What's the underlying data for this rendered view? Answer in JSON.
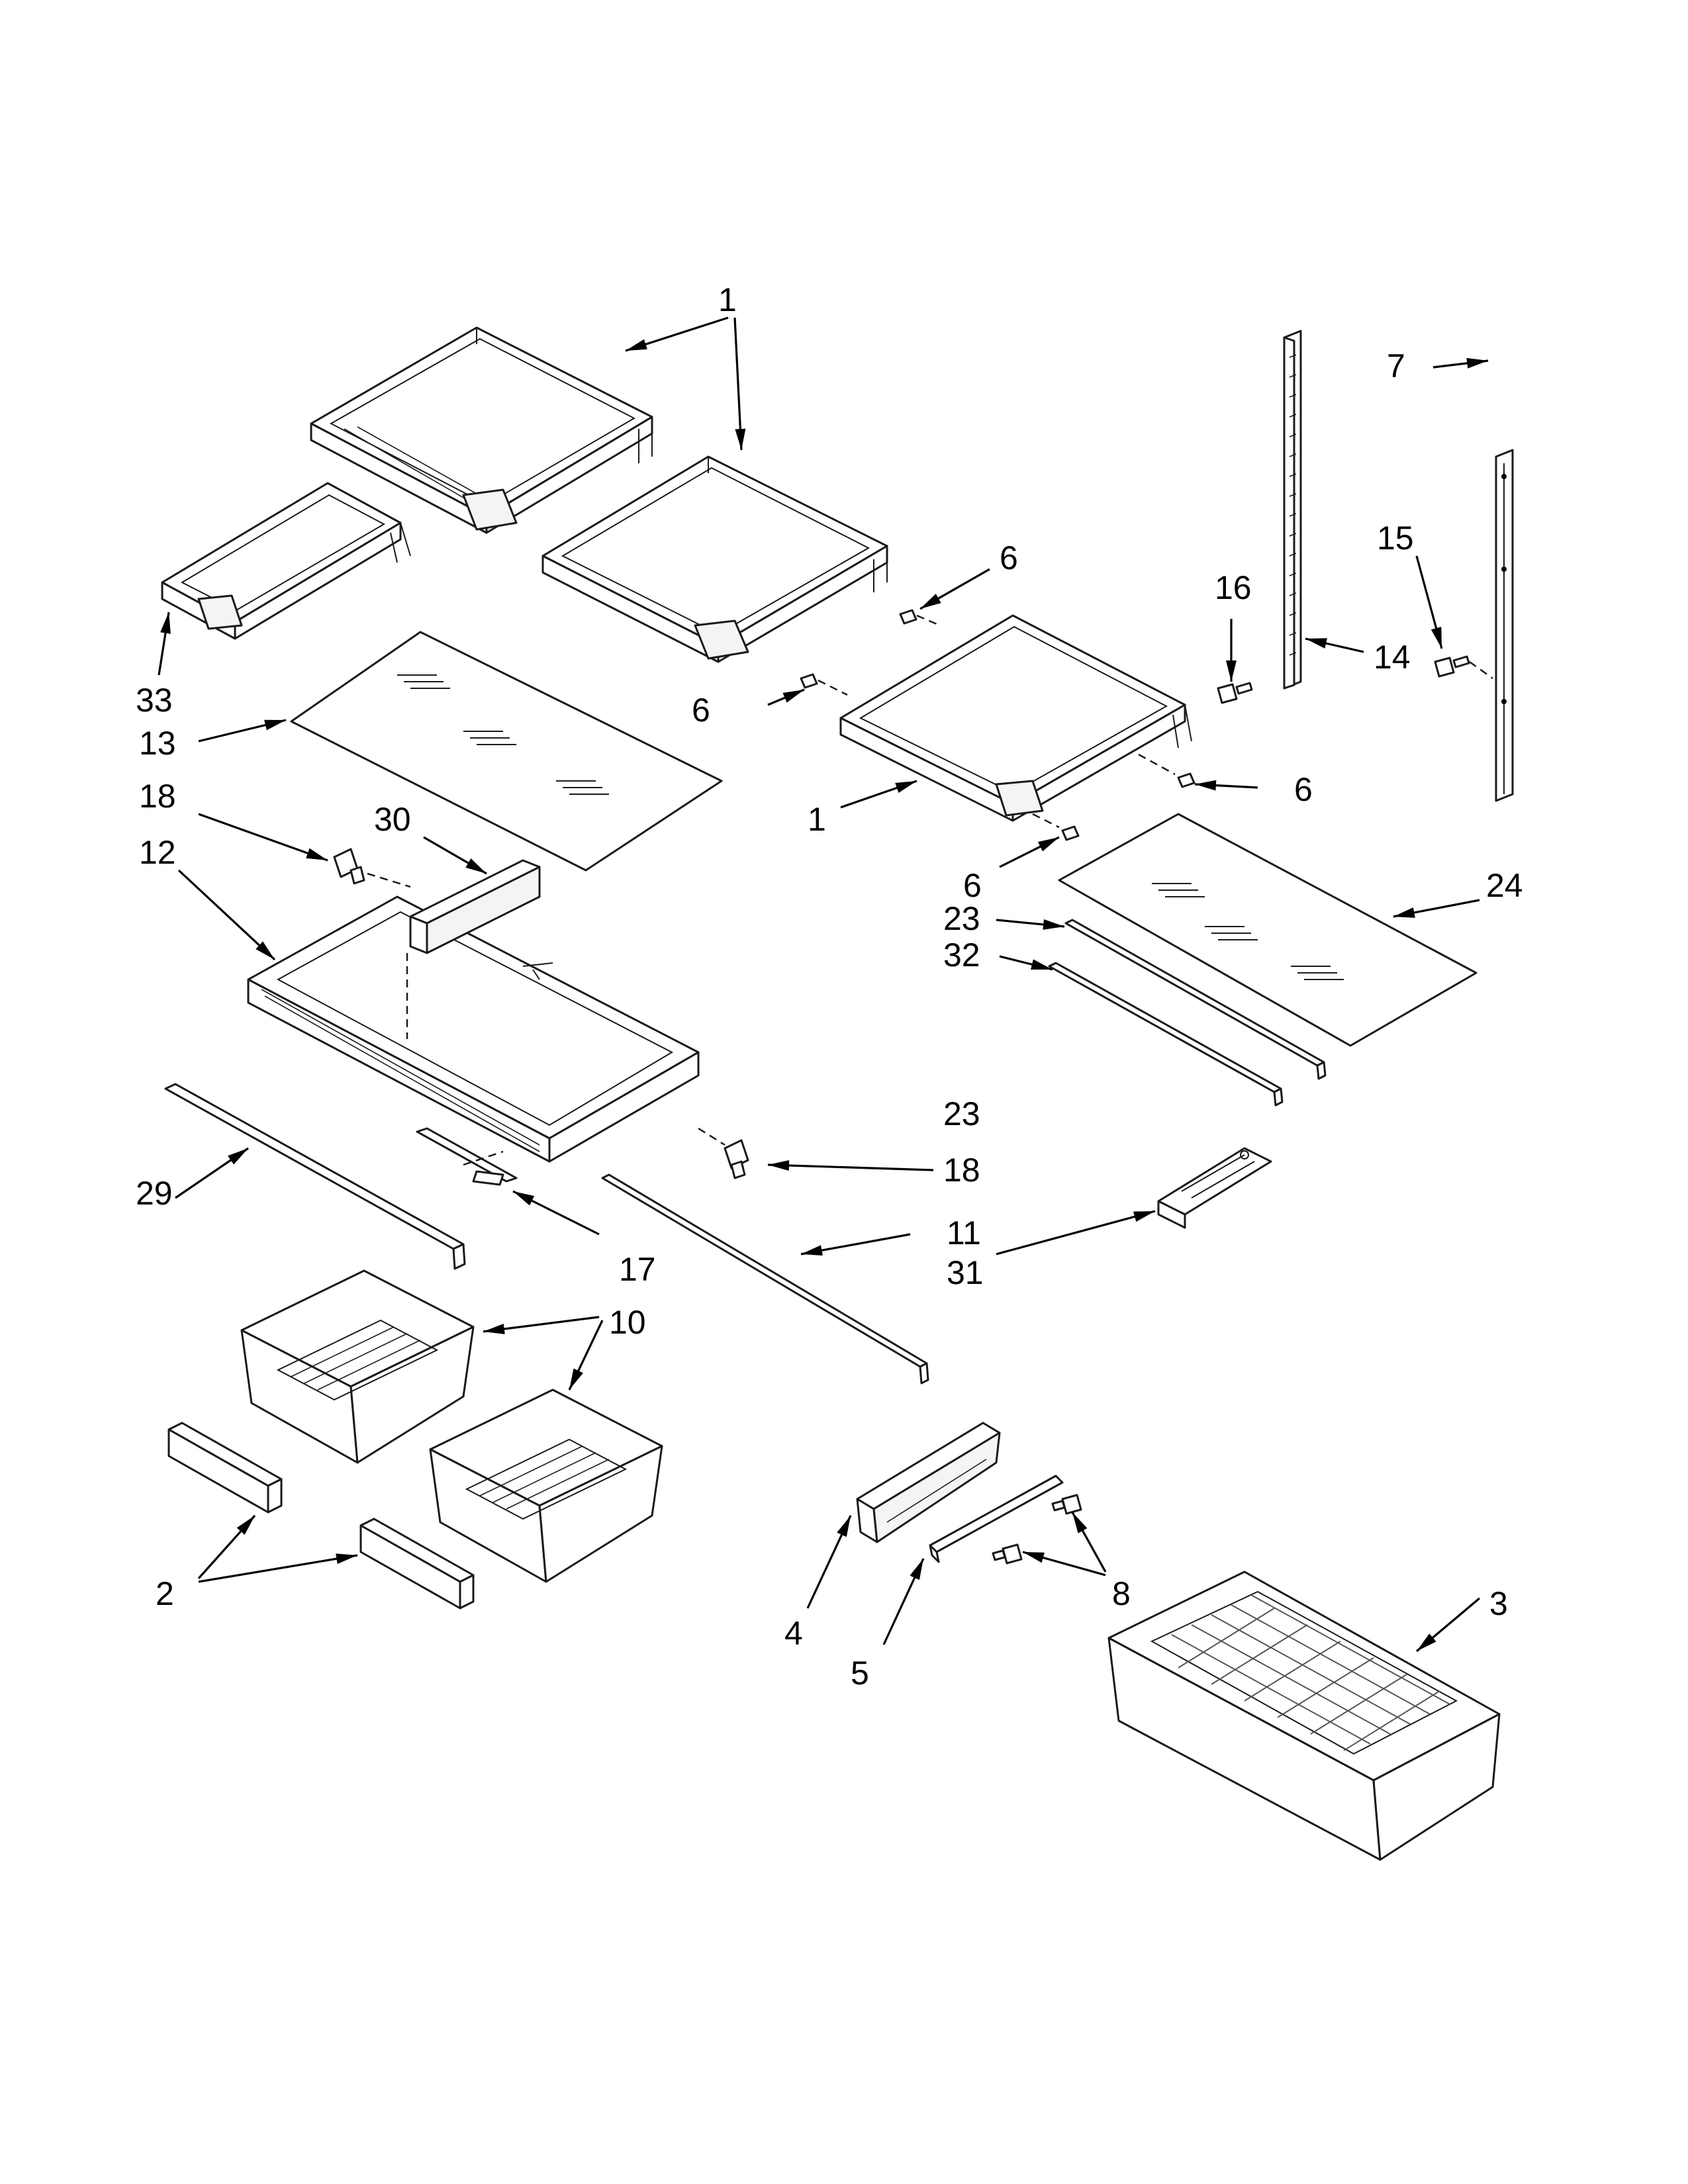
{
  "diagram": {
    "callouts": [
      "1",
      "1",
      "6",
      "7",
      "15",
      "16",
      "6",
      "14",
      "33",
      "13",
      "1",
      "6",
      "6",
      "18",
      "30",
      "12",
      "24",
      "23",
      "32",
      "23",
      "18",
      "29",
      "17",
      "11",
      "31",
      "10",
      "2",
      "4",
      "5",
      "8",
      "3"
    ]
  }
}
